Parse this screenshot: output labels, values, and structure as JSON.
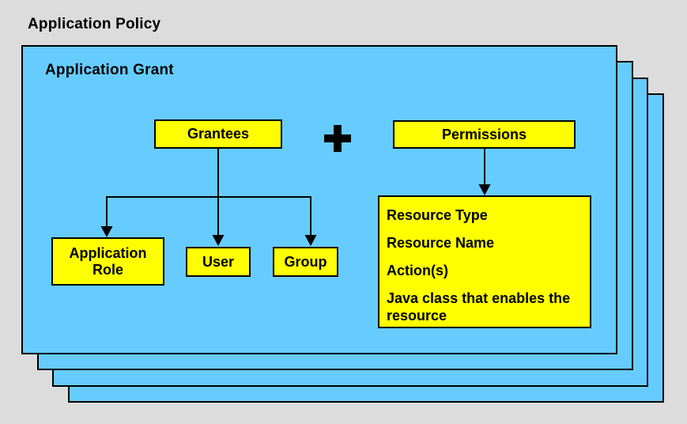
{
  "title": "Application Policy",
  "panel": {
    "title": "Application Grant"
  },
  "nodes": {
    "grantees": "Grantees",
    "plus_symbol": "+",
    "permissions": "Permissions",
    "application_role": "Application Role",
    "user": "User",
    "group": "Group"
  },
  "permission_details": [
    "Resource Type",
    "Resource Name",
    "Action(s)",
    "Java class that enables the resource"
  ],
  "colors": {
    "background": "#DCDCDC",
    "panel_fill": "#66CCFF",
    "node_fill": "#FFFF00",
    "line": "#000000",
    "text": "#000000"
  }
}
